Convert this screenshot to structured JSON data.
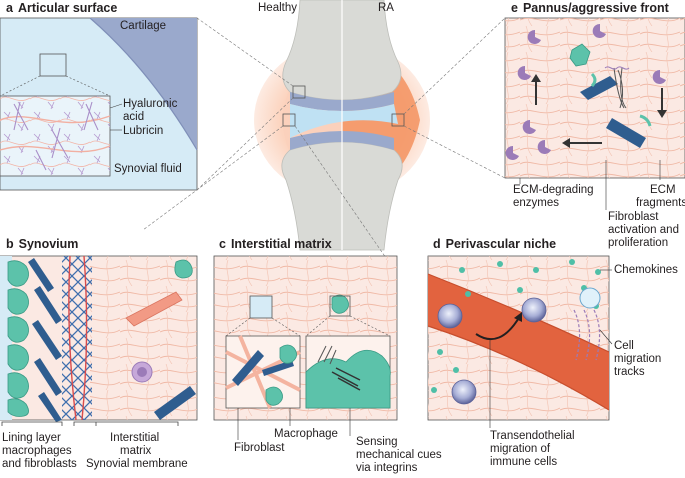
{
  "panels": {
    "a": {
      "letter": "a",
      "title": "Articular surface",
      "cartilage": "Cartilage",
      "hyaluronic": "Hyaluronic",
      "acid": "acid",
      "lubricin": "Lubricin",
      "synovial_fluid": "Synovial fluid"
    },
    "joint": {
      "healthy": "Healthy",
      "ra": "RA"
    },
    "e": {
      "letter": "e",
      "title": "Pannus/aggressive front",
      "ecm_degrading_1": "ECM-degrading",
      "ecm_degrading_2": "enzymes",
      "ecm_fragments_1": "ECM",
      "ecm_fragments_2": "fragments",
      "fibroblast_act_1": "Fibroblast",
      "fibroblast_act_2": "activation and",
      "fibroblast_act_3": "proliferation"
    },
    "b": {
      "letter": "b",
      "title": "Synovium",
      "lining_1": "Lining layer",
      "lining_2": "macrophages",
      "lining_3": "and fibroblasts",
      "interstitial_1": "Interstitial",
      "interstitial_2": "matrix",
      "synovial_membrane": "Synovial membrane"
    },
    "c": {
      "letter": "c",
      "title": "Interstitial matrix",
      "macrophage": "Macrophage",
      "fibroblast": "Fibroblast",
      "sensing_1": "Sensing",
      "sensing_2": "mechanical cues",
      "sensing_3": "via integrins"
    },
    "d": {
      "letter": "d",
      "title": "Perivascular niche",
      "chemokines": "Chemokines",
      "cell_migration_1": "Cell",
      "cell_migration_2": "migration",
      "cell_migration_3": "tracks",
      "transendothelial_1": "Transendothelial",
      "transendothelial_2": "migration of",
      "transendothelial_3": "immune cells"
    }
  },
  "colors": {
    "panel_bg": "#fbe9e3",
    "fluid_blue": "#d6ebf6",
    "cartilage": "#9aa9cc",
    "fibroblast": "#2f5d8f",
    "macrophage": "#5cc2aa",
    "vessel": "#e2633f",
    "bone": "#d9dad6",
    "pannus_orange": "#f3925f",
    "enzyme_purple": "#9b7bb8"
  }
}
